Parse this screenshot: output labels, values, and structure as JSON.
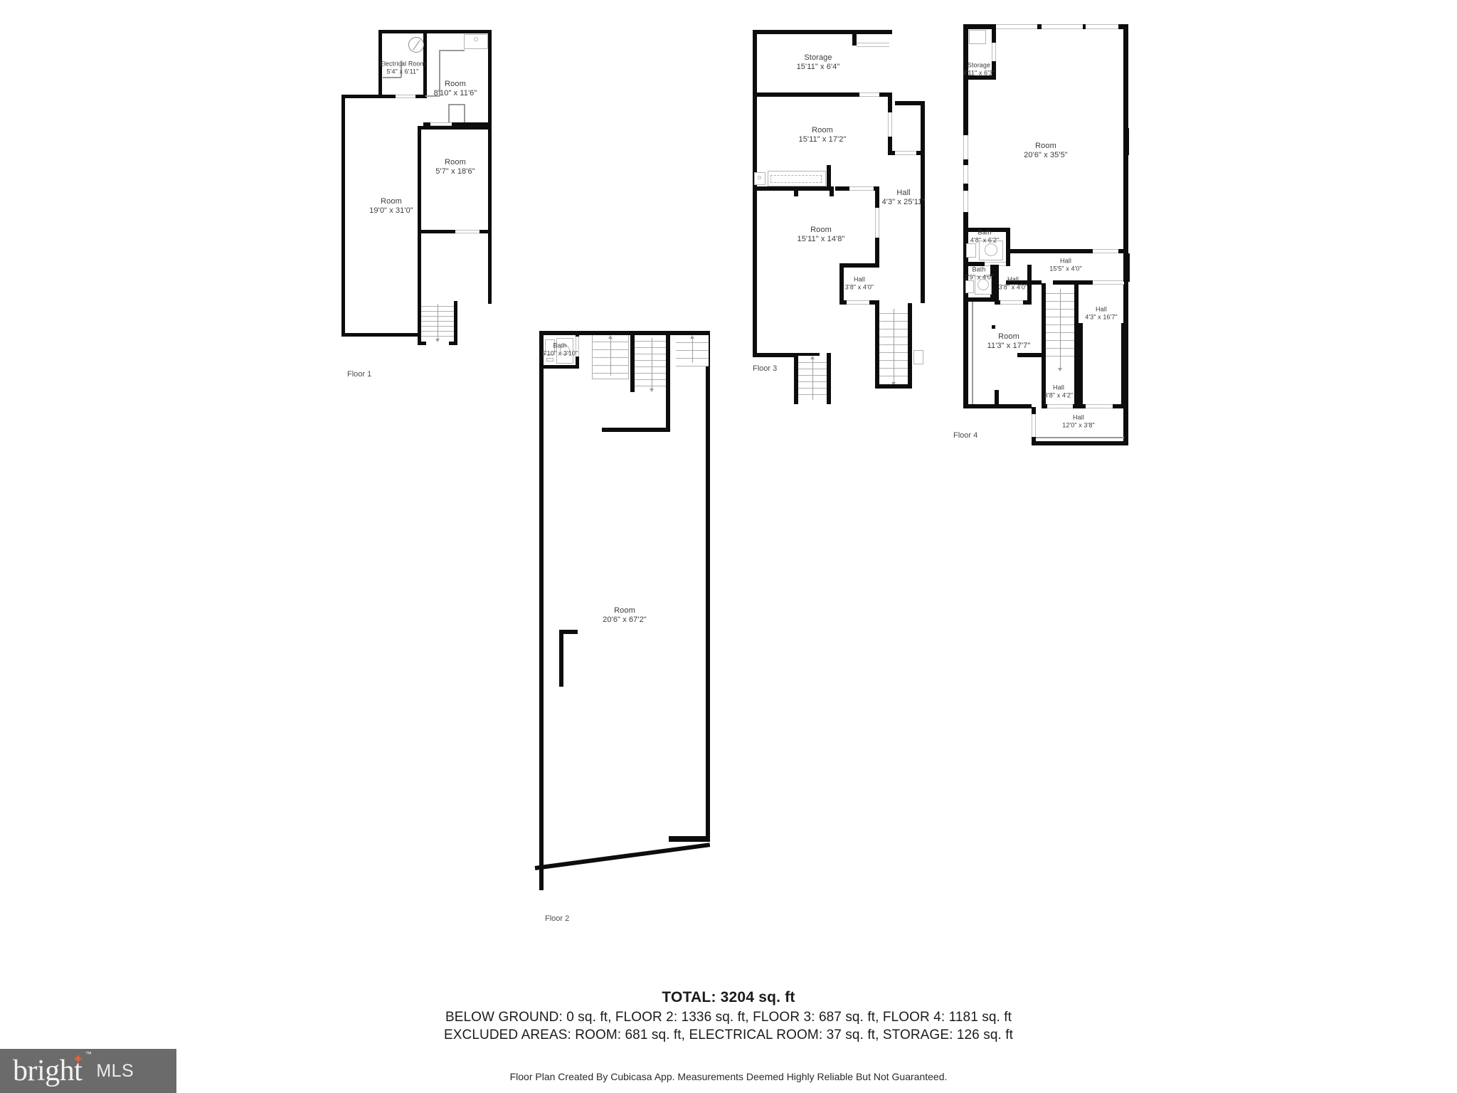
{
  "document": {
    "type": "floor-plan",
    "footer_note": "Floor Plan Created By Cubicasa App. Measurements Deemed Highly Reliable But Not Guaranteed."
  },
  "summary": {
    "total_label": "TOTAL: 3204 sq. ft",
    "breakdown_line": "BELOW GROUND: 0 sq. ft, FLOOR 2: 1336 sq. ft, FLOOR 3: 687 sq. ft, FLOOR 4: 1181 sq. ft",
    "excluded_line": "EXCLUDED AREAS: ROOM: 681 sq. ft, ELECTRICAL ROOM: 37 sq. ft, STORAGE: 126 sq. ft"
  },
  "logo": {
    "word": "bright",
    "suffix": "MLS",
    "trademark": "™",
    "spark": "✦",
    "background_color": "#6b6b6b",
    "accent_color": "#e2603c"
  },
  "floors": [
    {
      "id": "floor-1",
      "tag": "Floor 1",
      "rooms": [
        {
          "name": "Electrical Room",
          "dimensions": "5'4\" x 6'11\""
        },
        {
          "name": "Room",
          "dimensions": "8'10\" x 11'6\""
        },
        {
          "name": "Room",
          "dimensions": "19'0\" x 31'0\""
        },
        {
          "name": "Room",
          "dimensions": "5'7\" x 18'6\""
        }
      ]
    },
    {
      "id": "floor-2",
      "tag": "Floor 2",
      "rooms": [
        {
          "name": "Bath",
          "dimensions": "5'10\" x 3'10\""
        },
        {
          "name": "Room",
          "dimensions": "20'6\" x 67'2\""
        }
      ]
    },
    {
      "id": "floor-3",
      "tag": "Floor 3",
      "rooms": [
        {
          "name": "Storage",
          "dimensions": "15'11\" x 6'4\""
        },
        {
          "name": "Room",
          "dimensions": "15'11\" x 17'2\""
        },
        {
          "name": "Hall",
          "dimensions": "4'3\" x 25'11\""
        },
        {
          "name": "Room",
          "dimensions": "15'11\" x 14'8\""
        },
        {
          "name": "Hall",
          "dimensions": "3'8\" x 4'0\""
        }
      ]
    },
    {
      "id": "floor-4",
      "tag": "Floor 4",
      "rooms": [
        {
          "name": "Storage",
          "dimensions": "4'11\" x 6'3\""
        },
        {
          "name": "Room",
          "dimensions": "20'6\" x 35'5\""
        },
        {
          "name": "Bath",
          "dimensions": "4'8\" x 6'2\""
        },
        {
          "name": "Hall",
          "dimensions": "15'5\" x 4'0\""
        },
        {
          "name": "Bath",
          "dimensions": "2'9\" x 4'0\""
        },
        {
          "name": "Hall",
          "dimensions": "3'8\" x 4'0\""
        },
        {
          "name": "Hall",
          "dimensions": "4'3\" x 16'7\""
        },
        {
          "name": "Room",
          "dimensions": "11'3\" x 17'7\""
        },
        {
          "name": "Hall",
          "dimensions": "3'8\" x 4'2\""
        },
        {
          "name": "Hall",
          "dimensions": "12'0\" x 3'8\""
        }
      ]
    }
  ]
}
